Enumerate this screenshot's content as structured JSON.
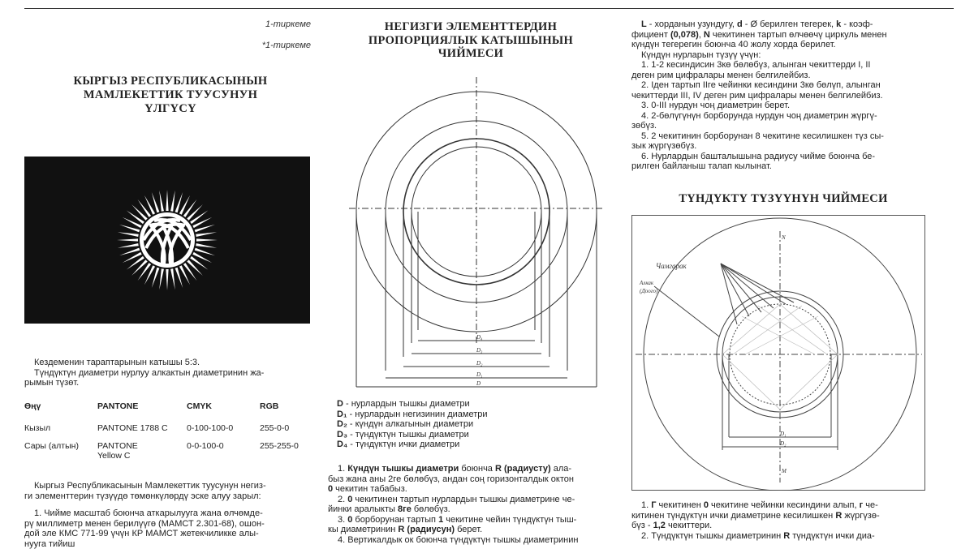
{
  "col1": {
    "appendix1": "1-тиркеме",
    "appendix2": "*1-тиркеме",
    "title": [
      "КЫРГЫЗ РЕСПУБЛИКАСЫНЫН",
      "МАМЛЕКЕТТИК ТУУСУНУН",
      "ҮЛГҮСҮ"
    ],
    "ratio": "Кездеменин тараптарынын катышы 5:3.",
    "sun_line1": "Түндүктүн диаметри нурлуу алкактын диаметринин жа-",
    "sun_line2": "рымын түзөт.",
    "table": {
      "headers": [
        "Өңү",
        "PANTONE",
        "CMYK",
        "RGB"
      ],
      "rows": [
        [
          "Кызыл",
          "PANTONE 1788 C",
          "0-100-100-0",
          "255-0-0"
        ],
        [
          "Сары (алтын)",
          "PANTONE Yellow C",
          "0-0-100-0",
          "255-255-0"
        ]
      ],
      "row2_pantone_l1": "PANTONE",
      "row2_pantone_l2": "Yellow C"
    },
    "para1_l1": "Кыргыз Республикасынын Мамлекеттик туусунун негиз-",
    "para1_l2": "ги элементтерин түзүүдө төмөнкүлөрдү эске алуу зарыл:",
    "para2_l1": "1. Чийме масштаб боюнча аткарылууга жана өлчөмде-",
    "para2_l2": "рү миллиметр менен берилүүгө (МАМСТ 2.301-68), ошон-",
    "para2_l3": "дой эле КМС 771-99 үчүн КР МАМСТ жетекчиликке алы-",
    "para2_l4": "нууга тийиш"
  },
  "col2": {
    "title": [
      "НЕГИЗГИ ЭЛЕМЕНТТЕРДИН",
      "ПРОПОРЦИЯЛЫК КАТЫШЫНЫН",
      "ЧИЙМЕСИ"
    ],
    "dim_labels": [
      "D₄",
      "D₃",
      "D₂",
      "D₁",
      "D"
    ],
    "legend": [
      {
        "k": "D",
        "t": " - нурлардын тышкы диаметри"
      },
      {
        "k": "D₁",
        "t": " - нурлардын негизинин диаметри"
      },
      {
        "k": "D₂",
        "t": " - күндүн алкагынын диаметри"
      },
      {
        "k": "D₃",
        "t": " - түндүктүн тышкы диаметри"
      },
      {
        "k": "D₄",
        "t": " - түндүктүн ички диаметри"
      }
    ],
    "s1_a": "1. ",
    "s1_b": "Күндүн тышкы диаметри",
    "s1_c": " боюнча ",
    "s1_d": "R (радиусту)",
    "s1_e": " ала-",
    "s1_l2": "быз жана аны 2ге бөлөбүз, андан соң горизонталдык октон",
    "s1_l3a": "0",
    "s1_l3b": " чекитин табабыз.",
    "s2_l1a": "2. ",
    "s2_l1b": "0",
    "s2_l1c": " чекитинен тартып нурлардын тышкы диаметрине че-",
    "s2_l2a": "йинки аралыкты ",
    "s2_l2b": "8ге",
    "s2_l2c": " бөлөбүз.",
    "s3_l1a": "3. ",
    "s3_l1b": "0",
    "s3_l1c": " борборунан тартып ",
    "s3_l1d": "1",
    "s3_l1e": " чекитине чейин түндүктүн тыш-",
    "s3_l2a": "кы диаметринин ",
    "s3_l2b": "R (радиусун)",
    "s3_l2c": " берет.",
    "s4_l1": "4. Вертикалдык ок боюнча түндүктүн тышкы диаметринин"
  },
  "col3": {
    "l1a": "L",
    "l1b": " - хорданын узундугу, ",
    "l1c": "d",
    "l1d": " -  Ø берилген тегерек, ",
    "l1e": "k",
    "l1f": " - коэф-",
    "l2a": "фициент ",
    "l2b": "(0,078)",
    "l2c": ", ",
    "l2d": "N",
    "l2e": " чекитинен тартып өлчөөчү циркуль менен",
    "l3": "күндүн тегерегин боюнча 40 жолу хорда берилет.",
    "l4": "Күндүн нурларын түзүү үчүн:",
    "l5": "1. 1-2 кесиндисин 3кө бөлөбүз, алынган чекиттерди I, II",
    "l6": "деген рим цифралары менен белгилейбиз.",
    "l7": "2. Iден тартып IIге чейинки кесиндини 3кө бөлүп, алынган",
    "l8": "чекиттерди III, IV деген рим цифралары менен белгилейбиз.",
    "l9": "3. 0-III нурдун чоң диаметрин берет.",
    "l10": "4. 2-бөлүгүнүн борборунда нурдун чоң диаметрин жүргү-",
    "l11": "зөбүз.",
    "l12": "5. 2 чекитинин борборунан 8 чекитине кесилишкен түз сы-",
    "l13": "зык жүргүзөбүз.",
    "l14": "6. Нурлардын башталышына радиусу чийме боюнча бе-",
    "l15": "рилген байланыш талап кылынат.",
    "title": "ТҮНДҮКТҮ ТҮЗҮҮНҮН ЧИЙМЕСИ",
    "fig_label_chamgarak": "Чамгарак",
    "fig_label_alkak1": "Алкак",
    "fig_label_alkak2": "(Доого)",
    "fig_N": "N",
    "fig_M": "M",
    "fig_D1": "D₁",
    "fig_D2": "D₂",
    "b1_a": "1. ",
    "b1_b": "Г",
    "b1_c": " чекитинен ",
    "b1_d": "0",
    "b1_e": " чекитине чейинки кесиндини алып, ",
    "b1_f": "г",
    "b1_g": " че-",
    "b2_a": "китинен түндүктүн ички диаметрине кесилишкен ",
    "b2_b": "R",
    "b2_c": " жүргүзө-",
    "b3_a": "бүз - ",
    "b3_b": "1,2",
    "b3_c": " чекиттери.",
    "b4_a": "2. Түндүктүн тышкы диаметринин ",
    "b4_b": "R",
    "b4_c": " түндүктүн ички диа-"
  },
  "colors": {
    "flag_bg": "#111111",
    "sun": "#ffffff",
    "text": "#222222"
  }
}
